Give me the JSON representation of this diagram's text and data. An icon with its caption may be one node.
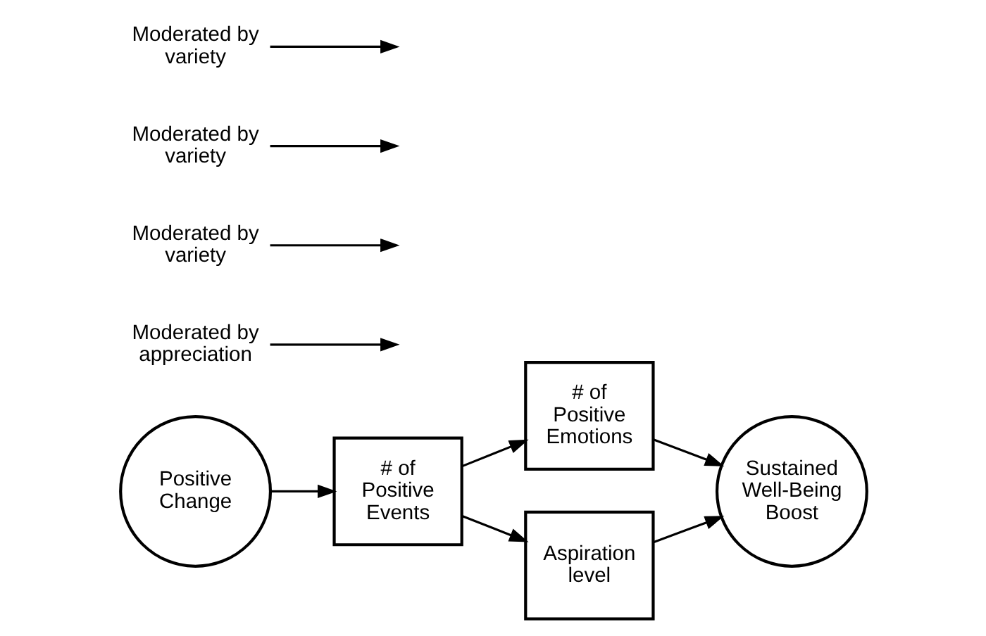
{
  "diagram": {
    "nodes": [
      {
        "text": [
          "Positive Change"
        ]
      },
      {
        "text": [
          "# of Positive Events"
        ]
      },
      {
        "text": [
          "# of Positive Emotions"
        ]
      },
      {
        "text": [
          "Sustained Well-Being Boost"
        ]
      },
      {
        "text": [
          "Aspiration level"
        ]
      },
      {
        "text": [
          "Moderated by appreciation"
        ]
      },
      {
        "text": [
          "Moderated by variety"
        ]
      },
      {
        "text": [
          "Moderated by variety"
        ]
      },
      {
        "text": [
          "Moderated by variety"
        ]
      }
    ],
    "edges": [
      {
        "from": 0,
        "to": 1,
        "arrow": "to"
      },
      {
        "from": 1,
        "to": 2,
        "arrow": "to"
      },
      {
        "from": 2,
        "to": 3,
        "arrow": "to"
      },
      {
        "from": 1,
        "to": 4,
        "arrow": "to"
      },
      {
        "from": 4,
        "to": 3,
        "arrow": "to"
      },
      {
        "from": 5,
        "to": null,
        "arrow": "to"
      },
      {
        "from": 6,
        "to": null,
        "arrow": "to"
      },
      {
        "from": 7,
        "to": null,
        "arrow": "to"
      },
      {
        "from": 8,
        "to": null,
        "arrow": "to"
      }
    ]
  }
}
